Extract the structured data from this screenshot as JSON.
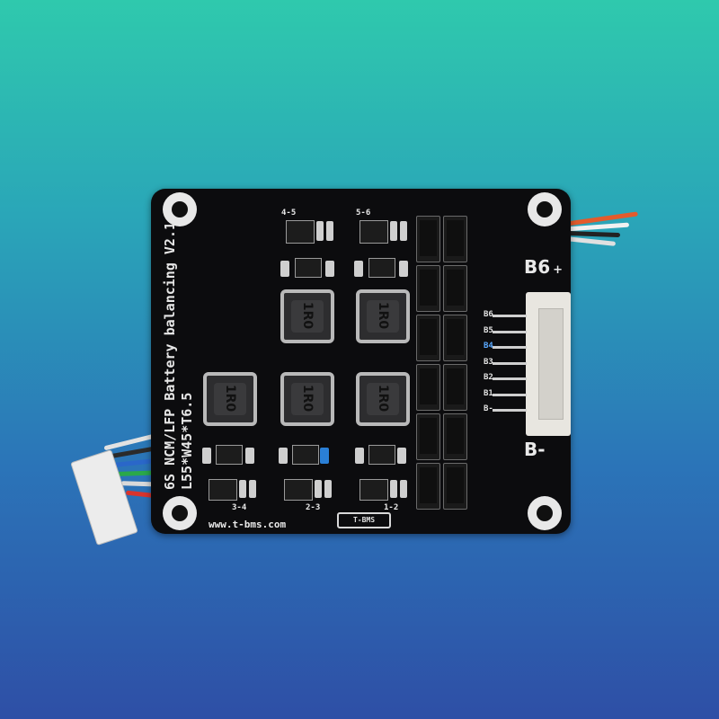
{
  "board": {
    "title_line1": "6S NCM/LFP Battery balancing V2.1",
    "title_line2": "L55*W45*T6.5",
    "website": "www.t-bms.com",
    "logo_text": "T-BMS",
    "terminal_positive": "B6",
    "terminal_positive_sign": "+",
    "terminal_negative": "B-",
    "inductor_marking": "1R0",
    "channel_labels": [
      "4-5",
      "5-6",
      "3-4",
      "2-3",
      "1-2"
    ],
    "pin_labels": [
      "B6",
      "B5",
      "B4",
      "B3",
      "B2",
      "B1",
      "B-"
    ]
  },
  "colors": {
    "background_top": "#2fc9ad",
    "background_bottom": "#2e4fa6",
    "pcb": "#0c0c0e",
    "silkscreen": "#e9e9e9",
    "highlight_blue": "#2a7fd6"
  }
}
